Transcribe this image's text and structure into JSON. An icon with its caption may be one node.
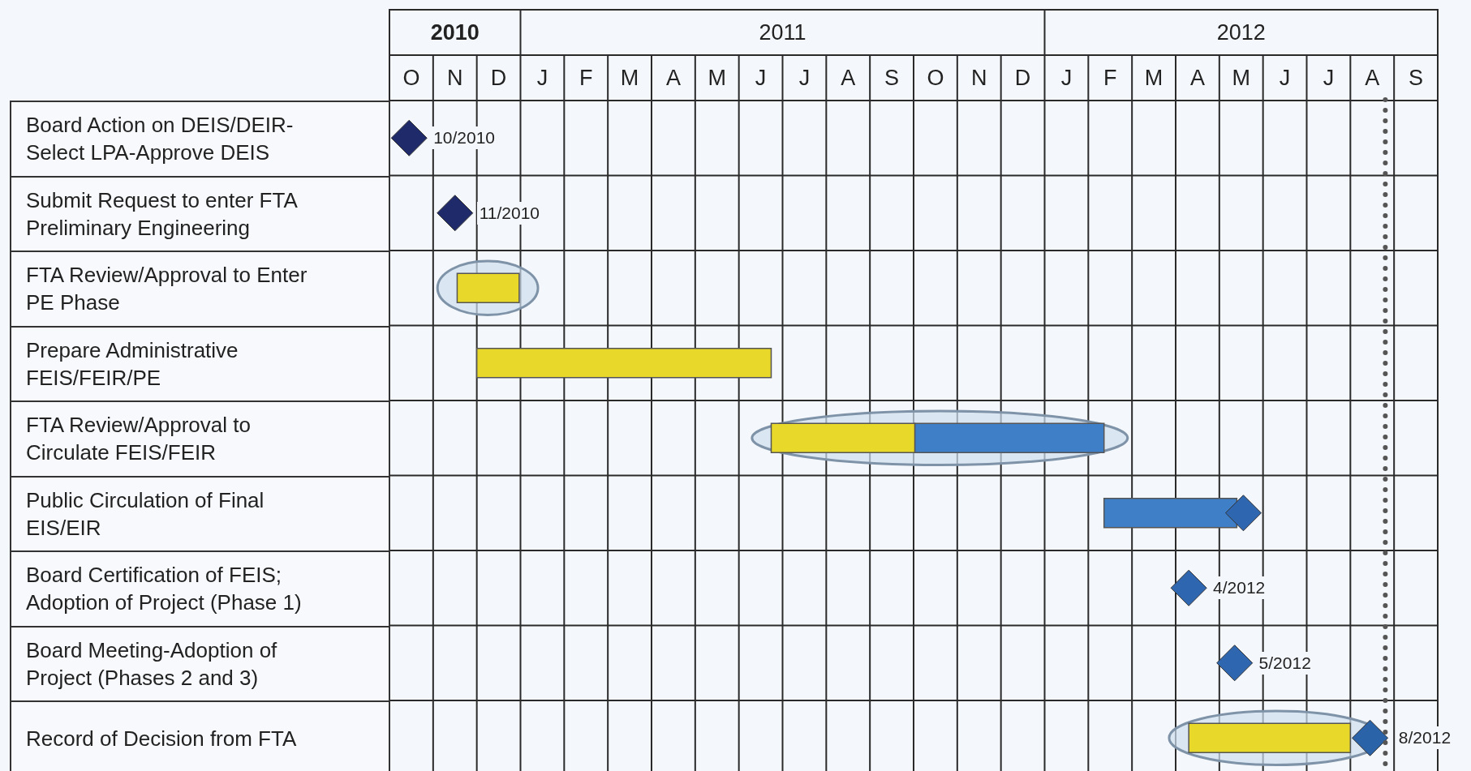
{
  "diagram": {
    "labels": [
      "2010",
      "2011",
      "2012",
      "O",
      "N",
      "D",
      "J",
      "F",
      "M",
      "A",
      "M",
      "J",
      "J",
      "A",
      "S",
      "O",
      "N",
      "D",
      "J",
      "F",
      "M",
      "A",
      "M",
      "J",
      "J",
      "A",
      "S",
      "Board Action on DEIS/DEIR- Select LPA-Approve DEIS",
      "10/2010",
      "Submit Request to enter FTA Preliminary Engineering",
      "11/2010",
      "FTA Review/Approval to Enter PE Phase",
      "Prepare Administrative FEIS/FEIR/PE",
      "FTA Review/Approval to Circulate FEIS/FEIR",
      "Public Circulation of Final EIS/EIR",
      "Board Certification of FEIS; Adoption of Project (Phase 1)",
      "4/2012",
      "Board Meeting-Adoption of Project (Phases 2 and 3)",
      "5/2012",
      "Record of Decision from FTA",
      "8/2012"
    ]
  }
}
